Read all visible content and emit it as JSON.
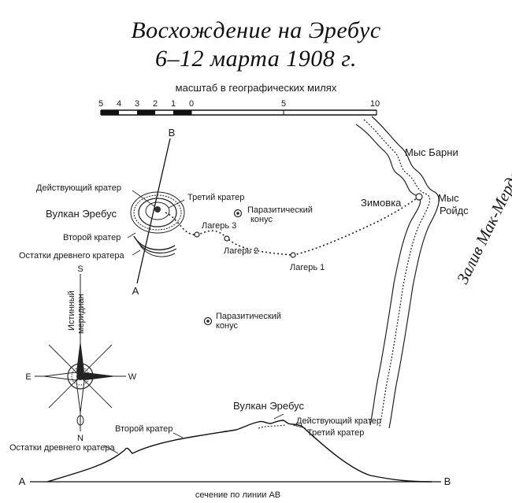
{
  "title_line1": "Восхождение на Эребус",
  "title_line2": "6–12 марта 1908 г.",
  "scale": {
    "label": "масштаб в географических милях",
    "ticks": [
      "5",
      "4",
      "3",
      "2",
      "1",
      "0",
      "5",
      "10"
    ]
  },
  "labels": {
    "point_b": "B",
    "point_a": "A",
    "active_crater": "Действующий кратер",
    "volcano": "Вулкан Эребус",
    "third_crater": "Третий кратер",
    "second_crater": "Второй кратер",
    "ancient_crater": "Остатки древнего кратера",
    "parasitic_cone_1_line1": "Паразитический",
    "parasitic_cone_1_line2": "конус",
    "parasitic_cone_2_line1": "Паразитический",
    "parasitic_cone_2_line2": "конус",
    "camp3": "Лагерь 3",
    "camp2": "Лагерь 2",
    "camp1": "Лагерь 1",
    "winter_quarters": "Зимовка",
    "cape_barne": "Мыс Барни",
    "cape_royds_line1": "Мыс",
    "cape_royds_line2": "Ройдс",
    "bay": "Залив Мак-Мердо"
  },
  "compass": {
    "n": "N",
    "s": "S",
    "e": "E",
    "w": "W",
    "meridian_line1": "Истинный",
    "meridian_line2": "меридиан"
  },
  "profile": {
    "volcano": "Вулкан Эребус",
    "active_crater": "Действующий кратер",
    "third_crater": "Третий кратер",
    "second_crater": "Второй кратер",
    "ancient_crater": "Остатки древнего кратера",
    "end_a": "A",
    "end_b": "B",
    "caption": "сечение по линии AB"
  }
}
